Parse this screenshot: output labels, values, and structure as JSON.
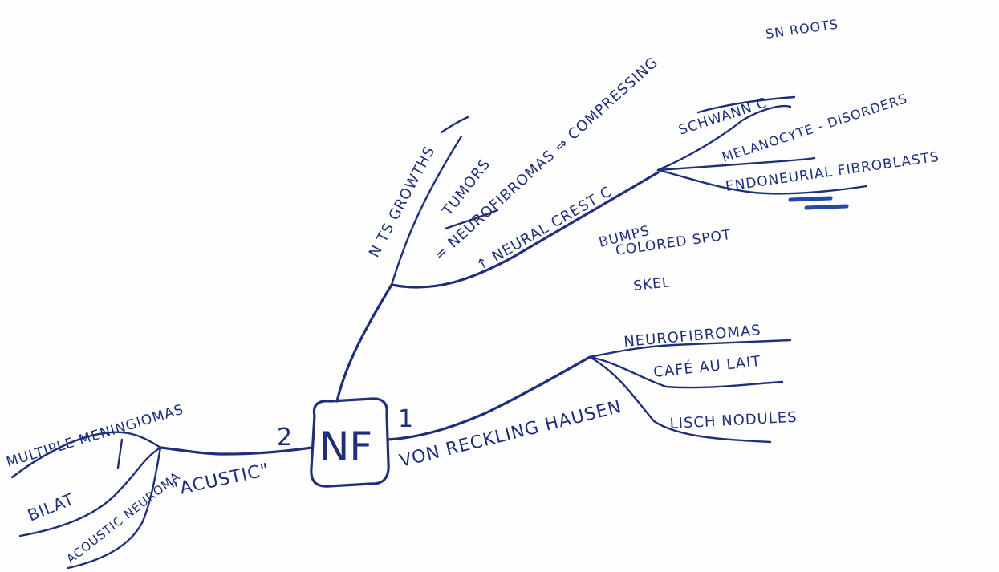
{
  "center": {
    "label": "NF"
  },
  "type_1": {
    "number": "1",
    "name": "VON RECKLING HAUSEN",
    "features": [
      "NEUROFIBROMAS",
      "CAFÉ AU LAIT",
      "LISCH NODULES"
    ]
  },
  "type_2": {
    "number": "2",
    "name": "\"ACUSTIC\"",
    "features": [
      "MULTIPLE MENINGIOMAS",
      "BILAT",
      "ACOUSTIC NEUROMA"
    ]
  },
  "upper_branch": {
    "labels": [
      "N TS GROWTHS",
      "TUMORS",
      "= NEUROFIBROMAS ⇒ COMPRESSING",
      "SN ROOTS",
      "↑ NEURAL CREST C"
    ],
    "crest_cells": [
      "SCHWANN C",
      "MELANOCYTE - DISORDERS",
      "ENDONEURIAL FIBROBLASTS"
    ],
    "findings": [
      "BUMPS",
      "COLORED SPOT",
      "SKEL"
    ]
  }
}
